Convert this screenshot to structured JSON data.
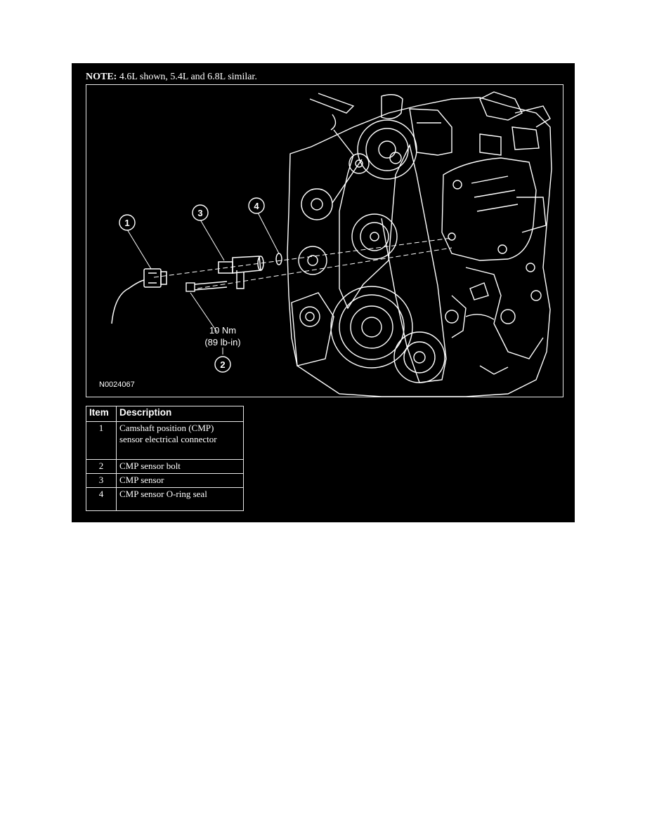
{
  "note": {
    "label": "NOTE:",
    "text": "4.6L shown, 5.4L and 6.8L similar."
  },
  "figure": {
    "id": "N0024067",
    "torque": {
      "nm": "10 Nm",
      "lbin": "(89 lb-in)"
    },
    "callouts": [
      "1",
      "2",
      "3",
      "4"
    ]
  },
  "table": {
    "headers": {
      "item": "Item",
      "description": "Description"
    },
    "rows": [
      {
        "item": "1",
        "line1": "Camshaft position (CMP)",
        "line2": "sensor electrical connector"
      },
      {
        "item": "2",
        "line1": "CMP sensor bolt",
        "line2": ""
      },
      {
        "item": "3",
        "line1": "CMP sensor",
        "line2": ""
      },
      {
        "item": "4",
        "line1": "CMP sensor O-ring seal",
        "line2": ""
      }
    ]
  }
}
